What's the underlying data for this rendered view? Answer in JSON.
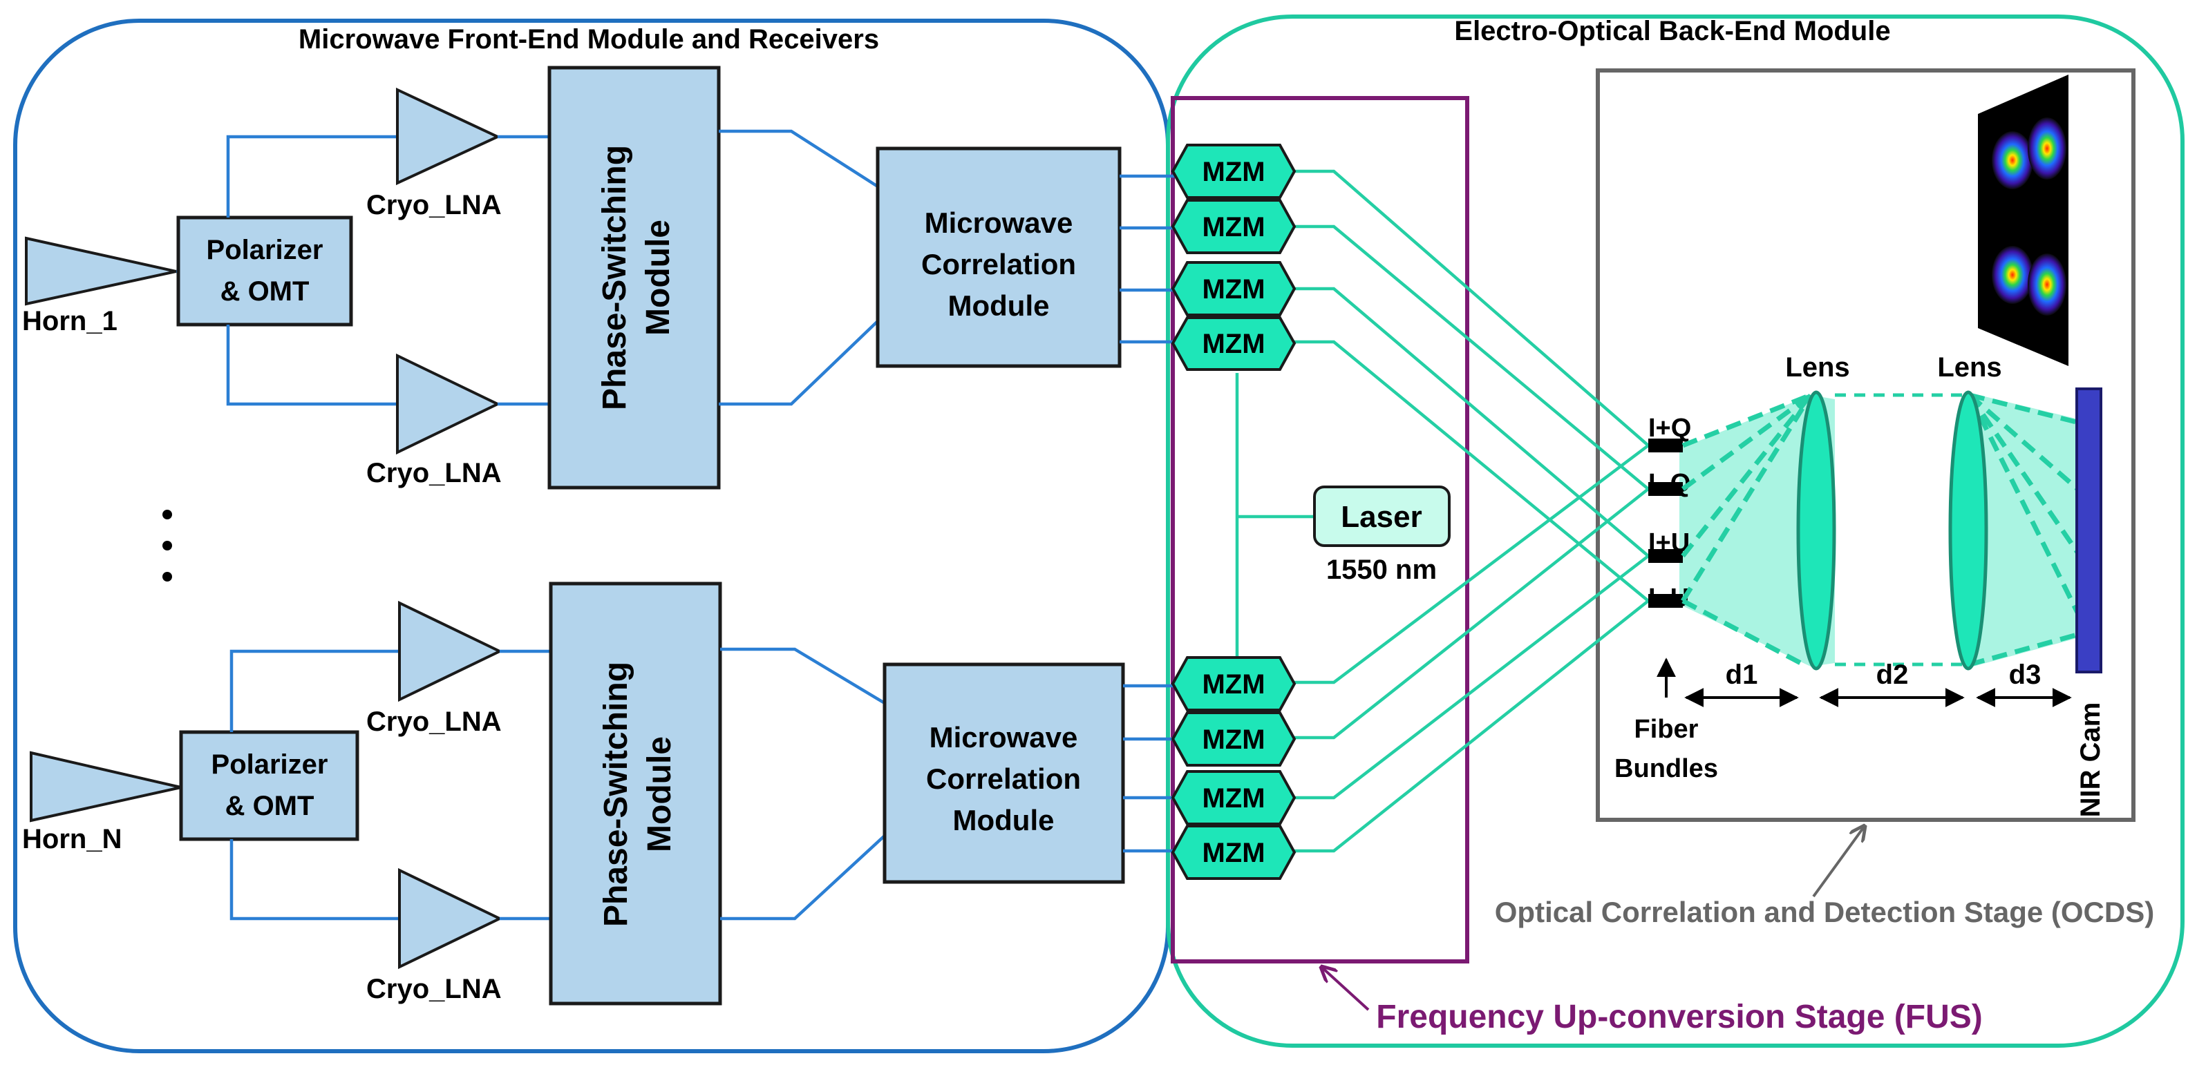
{
  "titles": {
    "front_end": "Microwave Front-End Module and Receivers",
    "back_end": "Electro-Optical Back-End Module",
    "fus": "Frequency Up-conversion Stage (FUS)",
    "ocds": "Optical Correlation and Detection Stage (OCDS)"
  },
  "horns": {
    "top": "Horn_1",
    "bottom": "Horn_N"
  },
  "polarizer": {
    "line1": "Polarizer",
    "line2": "& OMT"
  },
  "lna_label": "Cryo_LNA",
  "phase_switch": {
    "line1": "Phase-Switching",
    "line2": "Module"
  },
  "correlation": {
    "line1": "Microwave",
    "line2": "Correlation",
    "line3": "Module"
  },
  "mzm_label": "MZM",
  "laser": {
    "label": "Laser",
    "wavelength": "1550 nm"
  },
  "fibers": [
    "I+Q",
    "I–Q",
    "I+U",
    "I–U"
  ],
  "fiber_bundles": {
    "line1": "Fiber",
    "line2": "Bundles"
  },
  "lens_label": "Lens",
  "distances": [
    "d1",
    "d2",
    "d3"
  ],
  "camera": "NIR Cam",
  "colors": {
    "front_border": "#1f6fbf",
    "back_border": "#1fc9a0",
    "fus_border": "#7b1a72",
    "ocds_border": "#666666",
    "block_fill": "#b3d4ec",
    "mzm_fill": "#1ee6b8",
    "camera_fill": "#3a3fc4"
  }
}
